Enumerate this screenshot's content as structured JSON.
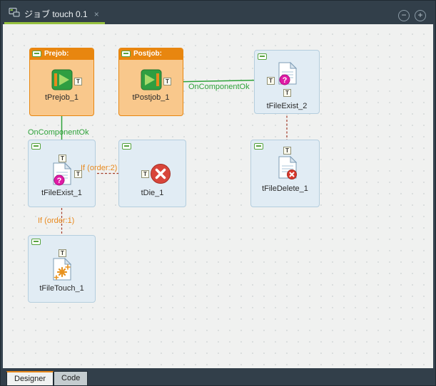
{
  "window": {
    "tab": {
      "title": "ジョブ touch 0.1",
      "close": "×"
    },
    "zoom_out": "−",
    "zoom_in": "+"
  },
  "canvas": {
    "t_badge": "T",
    "components": [
      {
        "name": "tPrejob_1",
        "label": "tPrejob_1",
        "header": "Prejob:",
        "kind": "prejob"
      },
      {
        "name": "tPostjob_1",
        "label": "tPostjob_1",
        "header": "Postjob:",
        "kind": "postjob"
      },
      {
        "name": "tFileExist_2",
        "label": "tFileExist_2",
        "kind": "file-exist"
      },
      {
        "name": "tFileExist_1",
        "label": "tFileExist_1",
        "kind": "file-exist"
      },
      {
        "name": "tDie_1",
        "label": "tDie_1",
        "kind": "die"
      },
      {
        "name": "tFileDelete_1",
        "label": "tFileDelete_1",
        "kind": "file-delete"
      },
      {
        "name": "tFileTouch_1",
        "label": "tFileTouch_1",
        "kind": "file-touch"
      }
    ],
    "connections": [
      {
        "label": "OnComponentOk",
        "type": "trigger-on-component-ok",
        "from": "tPrejob_1",
        "to": "tFileExist_1"
      },
      {
        "label": "OnComponentOk",
        "type": "trigger-on-component-ok",
        "from": "tPostjob_1",
        "to": "tFileExist_2"
      },
      {
        "label": "If (order:2)",
        "type": "trigger-if",
        "from": "tFileExist_1",
        "to": "tDie_1"
      },
      {
        "label": "If (order:1)",
        "type": "trigger-if",
        "from": "tFileExist_1",
        "to": "tFileTouch_1"
      },
      {
        "label": "",
        "type": "trigger-if",
        "from": "tFileExist_2",
        "to": "tFileDelete_1"
      }
    ]
  },
  "icons": {
    "question": "?"
  },
  "bottom_tabs": [
    {
      "label": "Designer",
      "active": true
    },
    {
      "label": "Code",
      "active": false
    }
  ],
  "colors": {
    "tab_underline": "#96c13f",
    "trigger_ok_line": "#2ea23a",
    "trigger_if_line": "#a33b28",
    "trigger_if_label": "#e8891d",
    "prejob_orange": "#e8860f",
    "component_fill": "#e1ecf4"
  }
}
